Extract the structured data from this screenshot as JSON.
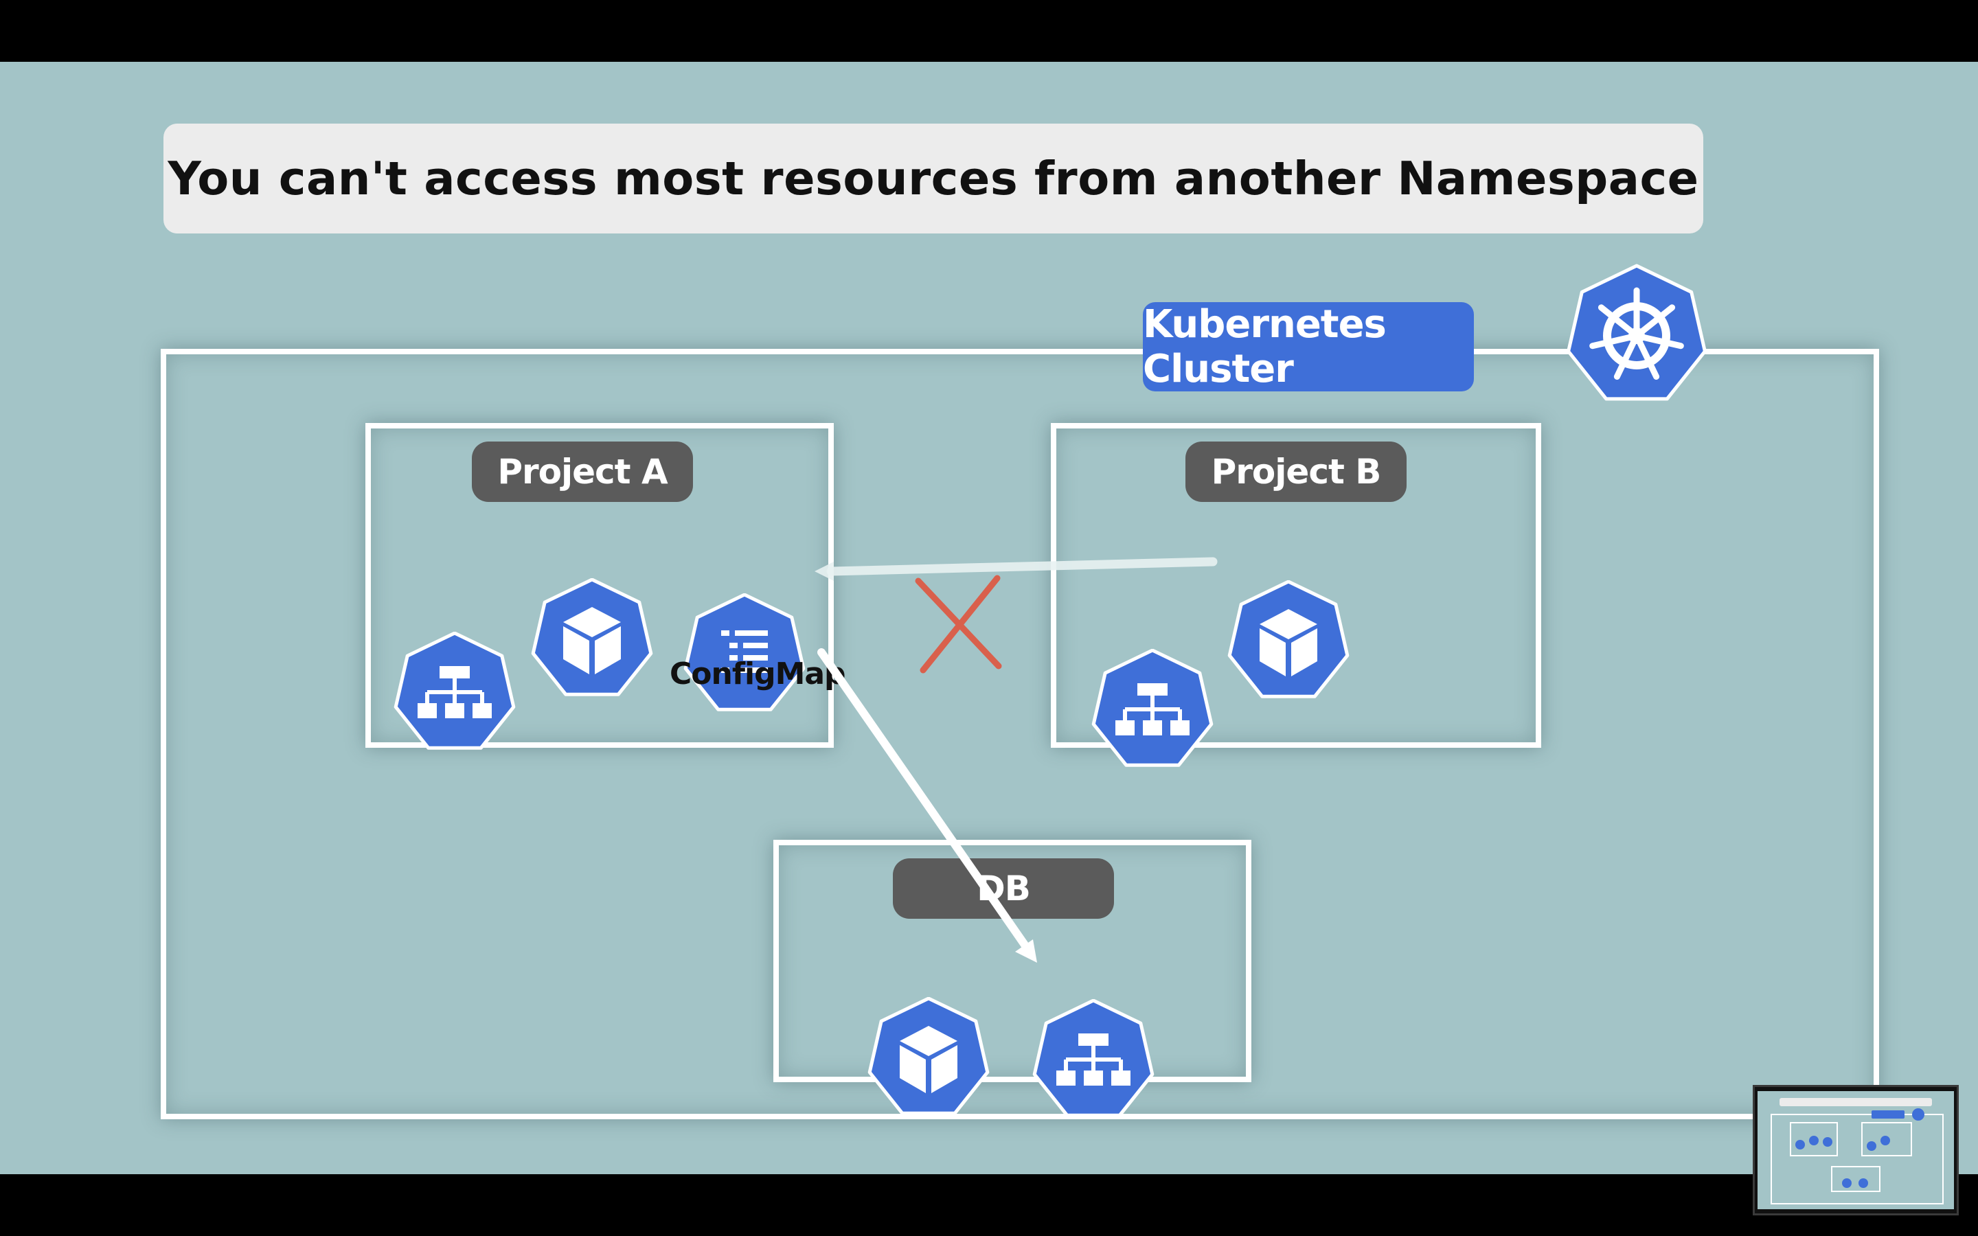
{
  "title": "You can't access most resources from another Namespace",
  "cluster": {
    "label": "Kubernetes Cluster",
    "icon": "kubernetes-helm-icon"
  },
  "namespaces": [
    {
      "id": "project-a",
      "label": "Project A",
      "icons": [
        "service-icon",
        "pod-icon",
        "configmap-icon"
      ],
      "caption": "ConfigMap"
    },
    {
      "id": "project-b",
      "label": "Project B",
      "icons": [
        "service-icon",
        "pod-icon"
      ]
    },
    {
      "id": "db",
      "label": "DB",
      "icons": [
        "pod-icon",
        "service-icon"
      ]
    }
  ],
  "connections": [
    {
      "from": "project-b",
      "to": "project-a configmap",
      "allowed": false,
      "marker": "red-x"
    },
    {
      "from": "project-a configmap",
      "to": "db service",
      "allowed": true
    }
  ],
  "colors": {
    "background": "#a3c4c7",
    "title_box": "#ececec",
    "k8s_blue": "#3f6fd8",
    "namespace_label": "#5b5b5b",
    "deny_x": "#d9604c",
    "frame": "#ffffff"
  }
}
